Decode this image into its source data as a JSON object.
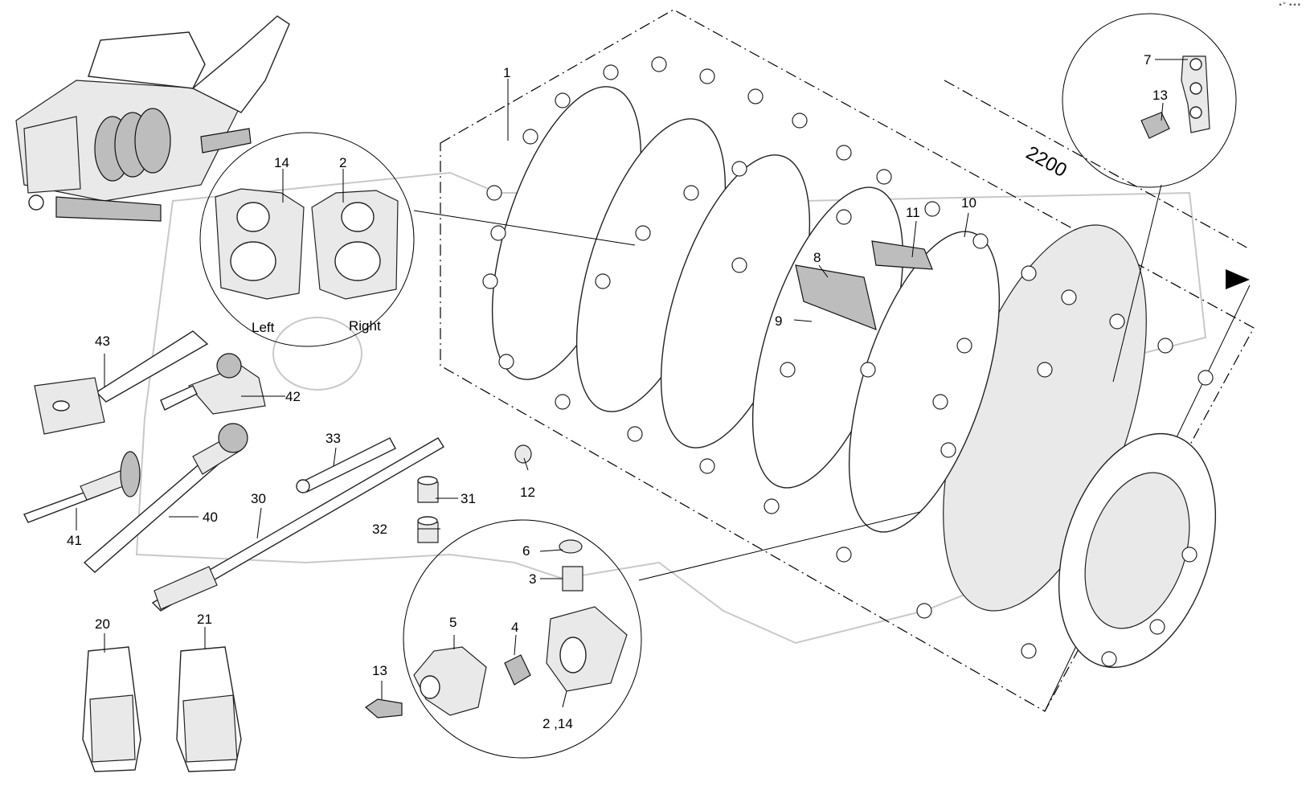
{
  "corner_mark": "•° •••",
  "dimension": "2200",
  "captions": {
    "left": "Left",
    "right": "Right"
  },
  "callouts": {
    "c1": "1",
    "c2": "2",
    "c3": "3",
    "c4": "4",
    "c5": "5",
    "c6": "6",
    "c7": "7",
    "c8": "8",
    "c9": "9",
    "c10": "10",
    "c11": "11",
    "c12": "12",
    "c13a": "13",
    "c13b": "13",
    "c14": "14",
    "c2_14": "2 ,14",
    "c20": "20",
    "c21": "21",
    "c30": "30",
    "c31": "31",
    "c32": "32",
    "c33": "33",
    "c40": "40",
    "c41": "41",
    "c42": "42",
    "c43": "43"
  }
}
